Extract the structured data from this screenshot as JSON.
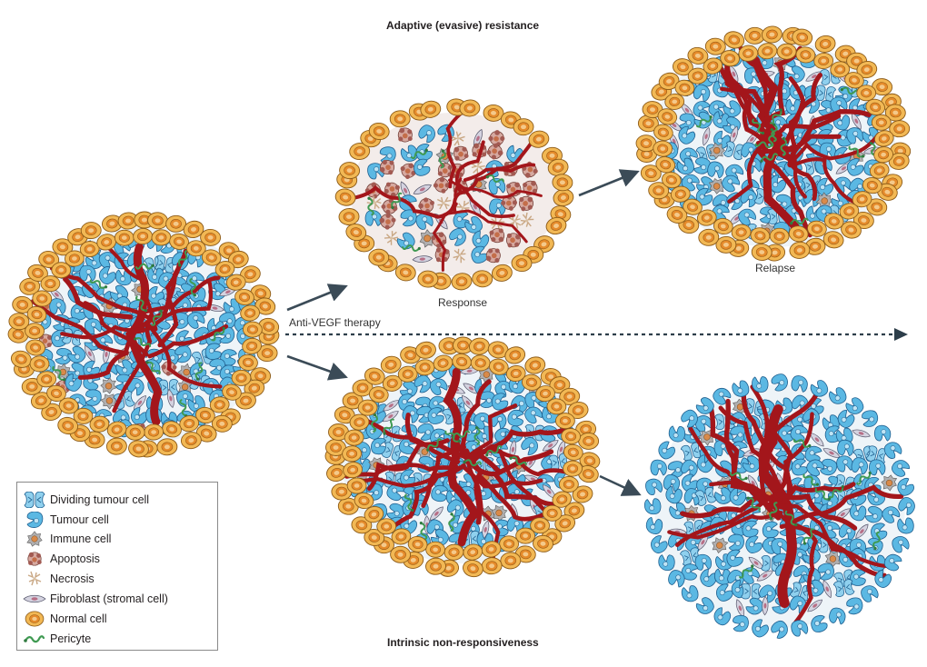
{
  "titles": {
    "top": "Adaptive (evasive) resistance",
    "bottom": "Intrinsic non-responsiveness"
  },
  "labels": {
    "therapy": "Anti-VEGF therapy",
    "response": "Response",
    "relapse": "Relapse"
  },
  "legend": {
    "items": [
      {
        "icon": "dividing-tumour-cell-icon",
        "label": "Dividing tumour cell"
      },
      {
        "icon": "tumour-cell-icon",
        "label": "Tumour cell"
      },
      {
        "icon": "immune-cell-icon",
        "label": "Immune cell"
      },
      {
        "icon": "apoptosis-icon",
        "label": "Apoptosis"
      },
      {
        "icon": "necrosis-icon",
        "label": "Necrosis"
      },
      {
        "icon": "fibroblast-icon",
        "label": "Fibroblast (stromal cell)"
      },
      {
        "icon": "normal-cell-icon",
        "label": "Normal cell"
      },
      {
        "icon": "pericyte-icon",
        "label": "Pericyte"
      }
    ]
  },
  "colors": {
    "vessel": "#a3161b",
    "tumour": "#5bb8e3",
    "tumour_dark": "#1f6fa8",
    "normal_outer": "#f2b854",
    "normal_inner": "#e58b2b",
    "normal_core": "#f4c98a",
    "immune": "#9d9c9d",
    "apoptosis": "#b56d63",
    "fibroblast": "#c8c7d5",
    "pericyte": "#3f9a52",
    "arrow": "#3b4b57"
  }
}
